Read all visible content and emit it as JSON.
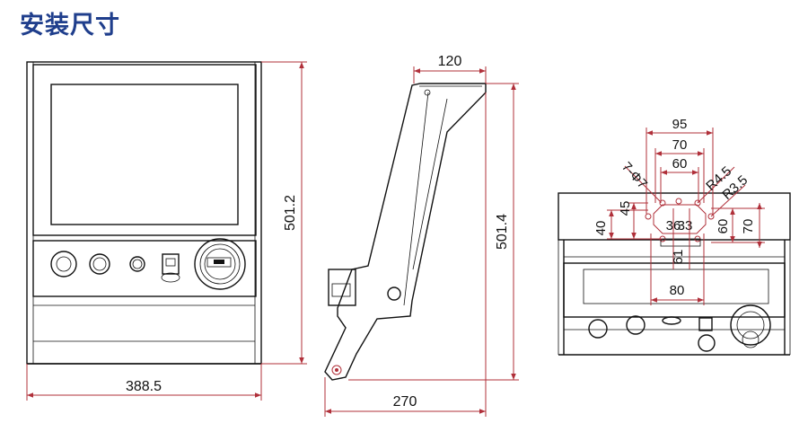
{
  "title": "安装尺寸",
  "front_view": {
    "width": "388.5",
    "height": "501.2"
  },
  "side_view": {
    "top": "120",
    "height": "501.4",
    "bottom": "270"
  },
  "mount_view": {
    "d95": "95",
    "d70": "70",
    "d60": "60",
    "holes": "7-Φ7",
    "r45": "R4.5",
    "r35": "R3.5",
    "v45": "45",
    "v40": "40",
    "v60": "60",
    "v70": "70",
    "h80": "80",
    "c36": "36",
    "c33": "33",
    "c61": "61"
  }
}
